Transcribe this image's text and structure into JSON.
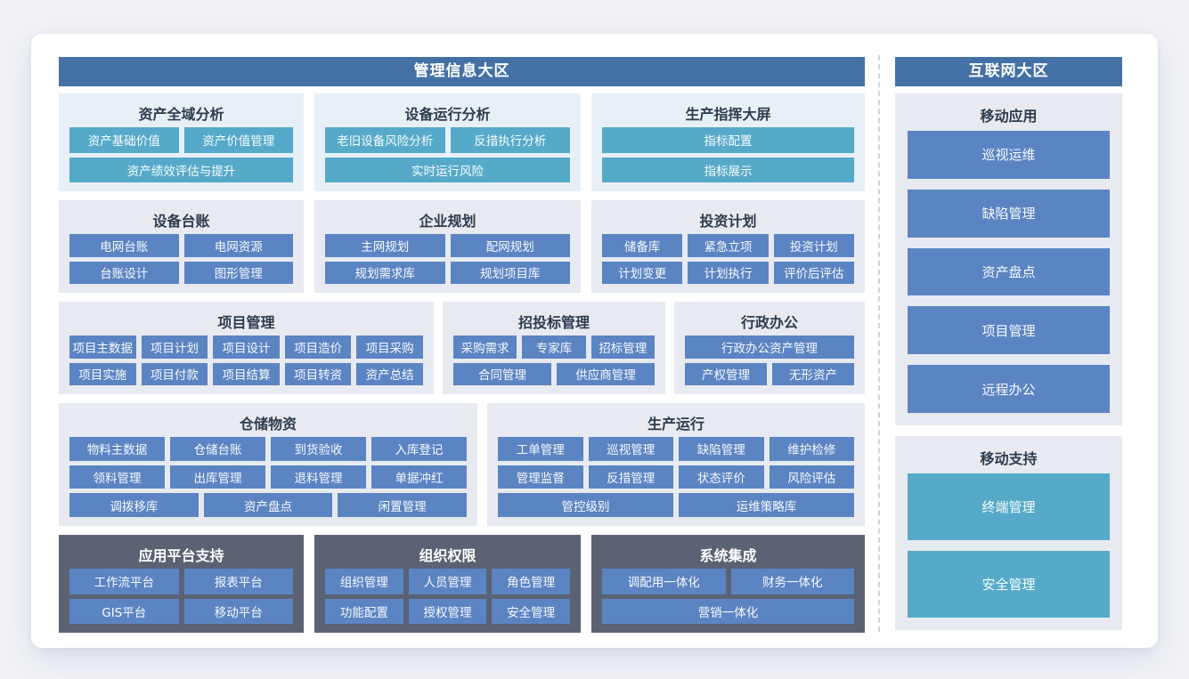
{
  "palette": {
    "header_bg": "#4471a5",
    "teal_button": "#56aac9",
    "blue_button": "#5b84c3",
    "section_light_top_bg": "#e8f0f7",
    "section_light_bg": "#e8eaf1",
    "section_dark_bg": "#5a6273",
    "section_title_color": "#2d3b4e",
    "divider_color": "#ccd7e2",
    "page_bg": "#f0f2f7",
    "card_bg": "#ffffff"
  },
  "left_zone": {
    "title": "管理信息大区",
    "rows": [
      {
        "theme": "light-top",
        "sections": [
          {
            "title": "资产全域分析",
            "button_color": "teal",
            "button_rows": [
              [
                "资产基础价值",
                "资产价值管理"
              ],
              [
                "资产绩效评估与提升"
              ]
            ]
          },
          {
            "title": "设备运行分析",
            "button_color": "teal",
            "button_rows": [
              [
                "老旧设备风险分析",
                "反措执行分析"
              ],
              [
                "实时运行风险"
              ]
            ]
          },
          {
            "title": "生产指挥大屏",
            "button_color": "teal",
            "button_rows": [
              [
                "指标配置"
              ],
              [
                "指标展示"
              ]
            ]
          }
        ]
      },
      {
        "theme": "light",
        "sections": [
          {
            "title": "设备台账",
            "button_color": "blue",
            "button_rows": [
              [
                "电网台账",
                "电网资源"
              ],
              [
                "台账设计",
                "图形管理"
              ]
            ]
          },
          {
            "title": "企业规划",
            "button_color": "blue",
            "button_rows": [
              [
                "主网规划",
                "配网规划"
              ],
              [
                "规划需求库",
                "规划项目库"
              ]
            ]
          },
          {
            "title": "投资计划",
            "button_color": "blue",
            "button_rows": [
              [
                "储备库",
                "紧急立项",
                "投资计划"
              ],
              [
                "计划变更",
                "计划执行",
                "评价后评估"
              ]
            ]
          }
        ]
      },
      {
        "theme": "light",
        "sections": [
          {
            "title": "项目管理",
            "button_color": "blue",
            "button_rows": [
              [
                "项目主数据",
                "项目计划",
                "项目设计",
                "项目造价",
                "项目采购"
              ],
              [
                "项目实施",
                "项目付款",
                "项目结算",
                "项目转资",
                "资产总结"
              ]
            ]
          },
          {
            "title": "招投标管理",
            "button_color": "blue",
            "button_rows": [
              [
                "采购需求",
                "专家库",
                "招标管理"
              ],
              [
                "合同管理",
                "供应商管理"
              ]
            ]
          },
          {
            "title": "行政办公",
            "button_color": "blue",
            "button_rows": [
              [
                "行政办公资产管理"
              ],
              [
                "产权管理",
                "无形资产"
              ]
            ]
          }
        ]
      },
      {
        "theme": "light",
        "sections": [
          {
            "title": "仓储物资",
            "button_color": "blue",
            "button_rows": [
              [
                "物料主数据",
                "仓储台账",
                "到货验收",
                "入库登记"
              ],
              [
                "领料管理",
                "出库管理",
                "退料管理",
                "单据冲红"
              ],
              [
                "调拨移库",
                "资产盘点",
                "闲置管理"
              ]
            ]
          },
          {
            "title": "生产运行",
            "button_color": "blue",
            "button_rows": [
              [
                "工单管理",
                "巡视管理",
                "缺陷管理",
                "维护检修"
              ],
              [
                "管理监督",
                "反措管理",
                "状态评价",
                "风险评估"
              ],
              [
                "管控级别",
                "运维策略库"
              ]
            ]
          }
        ]
      },
      {
        "theme": "dark",
        "sections": [
          {
            "title": "应用平台支持",
            "button_color": "blue",
            "button_rows": [
              [
                "工作流平台",
                "报表平台"
              ],
              [
                "GIS平台",
                "移动平台"
              ]
            ]
          },
          {
            "title": "组织权限",
            "button_color": "blue",
            "button_rows": [
              [
                "组织管理",
                "人员管理",
                "角色管理"
              ],
              [
                "功能配置",
                "授权管理",
                "安全管理"
              ]
            ]
          },
          {
            "title": "系统集成",
            "button_color": "blue",
            "button_rows": [
              [
                "调配用一体化",
                "财务一体化"
              ],
              [
                "营销一体化"
              ]
            ]
          }
        ]
      }
    ]
  },
  "right_zone": {
    "title": "互联网大区",
    "panels": [
      {
        "title": "移动应用",
        "button_color": "blue",
        "buttons": [
          "巡视运维",
          "缺陷管理",
          "资产盘点",
          "项目管理",
          "远程办公"
        ]
      },
      {
        "title": "移动支持",
        "button_color": "teal",
        "buttons": [
          "终端管理",
          "安全管理"
        ]
      }
    ]
  }
}
